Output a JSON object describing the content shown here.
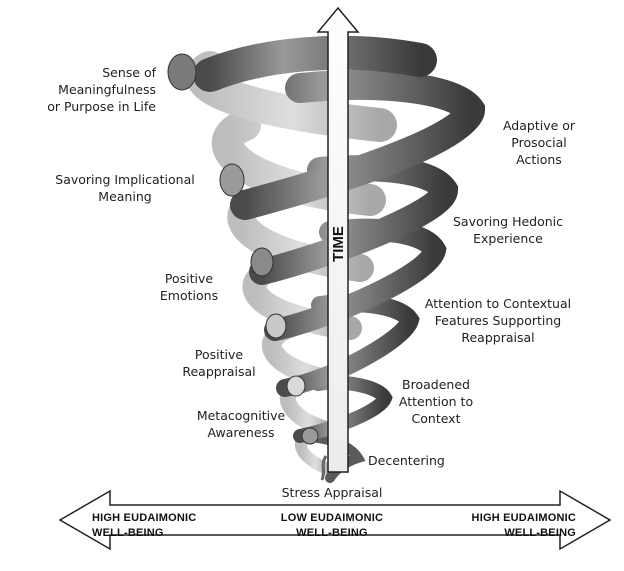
{
  "diagram": {
    "time_label": "TIME",
    "stages": [
      {
        "id": "stress-appraisal",
        "text": "Stress Appraisal"
      },
      {
        "id": "decentering",
        "text": "Decentering"
      },
      {
        "id": "metacognitive-awareness",
        "text": "Metacognitive\nAwareness"
      },
      {
        "id": "broadened-attention",
        "text": "Broadened\nAttention to\nContext"
      },
      {
        "id": "positive-reappraisal",
        "text": "Positive\nReappraisal"
      },
      {
        "id": "attention-contextual",
        "text": "Attention to Contextual\nFeatures Supporting\nReappraisal"
      },
      {
        "id": "positive-emotions",
        "text": "Positive\nEmotions"
      },
      {
        "id": "savoring-hedonic",
        "text": "Savoring Hedonic\nExperience"
      },
      {
        "id": "savoring-implicational",
        "text": "Savoring Implicational\nMeaning"
      },
      {
        "id": "adaptive-actions",
        "text": "Adaptive or Prosocial\nActions"
      },
      {
        "id": "sense-of-meaning",
        "text": "Sense of Meaningfulness\nor Purpose in Life"
      }
    ],
    "axis": {
      "left": "HIGH EUDAIMONIC\nWELL-BEING",
      "center": "LOW EUDAIMONIC\nWELL-BEING",
      "right": "HIGH EUDAIMONIC\nWELL-BEING"
    }
  }
}
